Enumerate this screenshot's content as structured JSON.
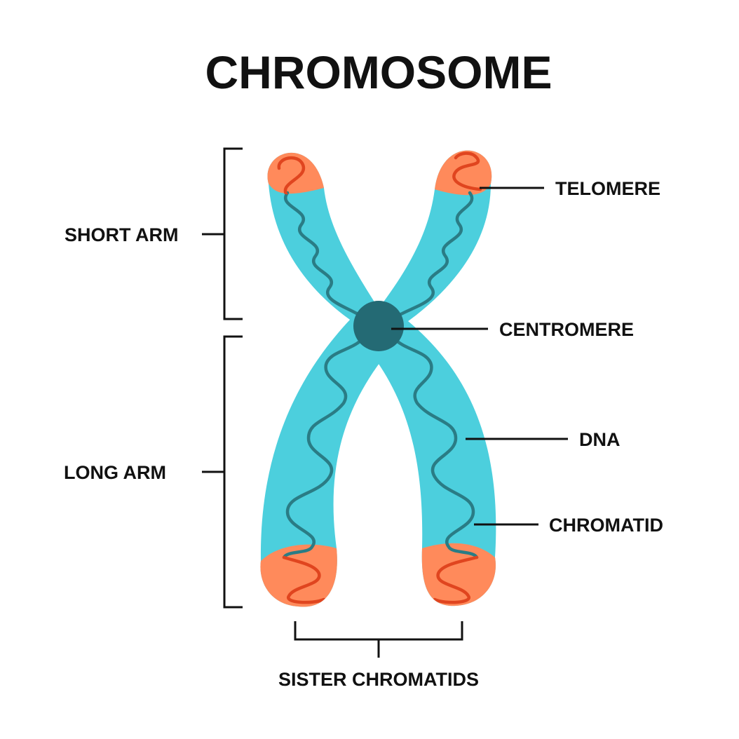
{
  "title": "CHROMOSOME",
  "labels": {
    "telomere": "TELOMERE",
    "centromere": "CENTROMERE",
    "dna": "DNA",
    "chromatid": "CHROMATID",
    "short_arm": "SHORT ARM",
    "long_arm": "LONG ARM",
    "sister_chromatids": "SISTER CHROMATIDS"
  },
  "colors": {
    "chromatid": "#4ccfdd",
    "telomere": "#ff8a5b",
    "telomere_dna": "#e0451f",
    "dna": "#2a7c85",
    "centromere": "#246a74",
    "line": "#111111"
  }
}
